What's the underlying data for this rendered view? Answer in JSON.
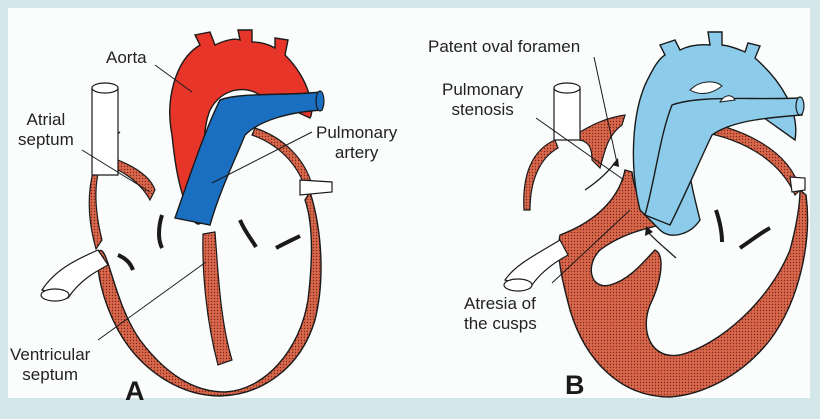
{
  "figure": {
    "panel_a": {
      "letter": "A",
      "labels": {
        "aorta": "Aorta",
        "atrial_septum_line1": "Atrial",
        "atrial_septum_line2": "septum",
        "pulmonary_artery_line1": "Pulmonary",
        "pulmonary_artery_line2": "artery",
        "ventricular_septum_line1": "Ventricular",
        "ventricular_septum_line2": "septum"
      }
    },
    "panel_b": {
      "letter": "B",
      "labels": {
        "patent_oval_foramen": "Patent oval foramen",
        "pulmonary_stenosis_line1": "Pulmonary",
        "pulmonary_stenosis_line2": "stenosis",
        "atresia_line1": "Atresia of",
        "atresia_line2": "the cusps"
      }
    },
    "colors": {
      "frame": "#d3e6ea",
      "background": "#fbfdfd",
      "aorta_red": "#e8352a",
      "pulmonary_blue": "#1b6fc0",
      "transposed_light_blue": "#8ccbe9",
      "myocardium": "#d9674c",
      "outline": "#1a1a1a"
    }
  }
}
